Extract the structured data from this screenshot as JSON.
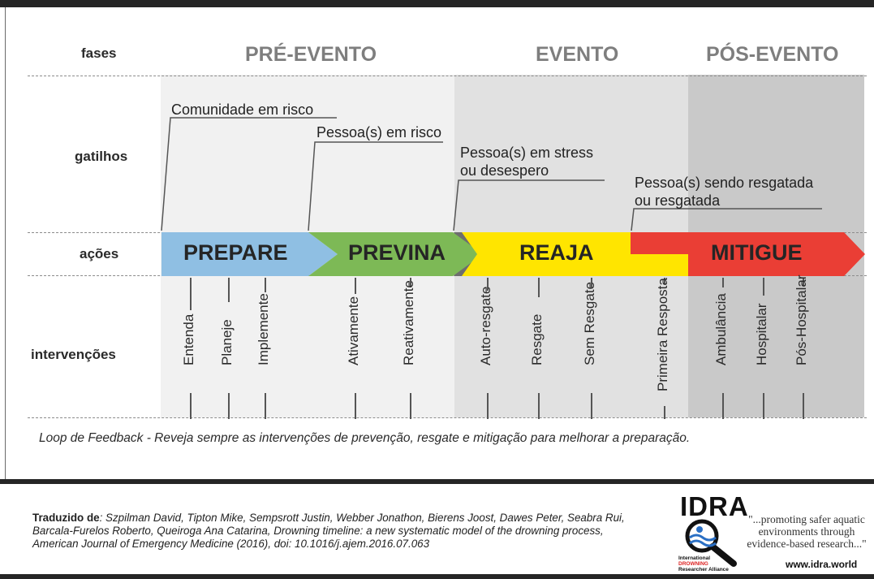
{
  "row_labels": {
    "fases": "fases",
    "gatilhos": "gatilhos",
    "acoes": "ações",
    "intervencoes": "intervenções"
  },
  "phases": {
    "pre": "PRÉ-EVENTO",
    "evento": "EVENTO",
    "pos": "PÓS-EVENTO"
  },
  "triggers": [
    "Comunidade em risco",
    "Pessoa(s) em risco",
    "Pessoa(s) em stress\nou desespero",
    "Pessoa(s) sendo resgatada\nou resgatada"
  ],
  "actions": {
    "prepare": "PREPARE",
    "previna": "PREVINA",
    "reaja": "REAJA",
    "mitigue": "MITIGUE"
  },
  "colors": {
    "prepare": "#8fbfe3",
    "previna": "#7db956",
    "reaja": "#ffe500",
    "mitigue": "#ea3e35",
    "arrow_shadow": "#6e6e6e"
  },
  "interventions": [
    "Entenda",
    "Planeje",
    "Implemente",
    "Ativamente",
    "Reativamente",
    "Auto-resgate",
    "Resgate",
    "Sem Resgate",
    "Primeira Resposta",
    "Ambulância",
    "Hospitalar",
    "Pós-Hospitalar"
  ],
  "feedback": "Loop de Feedback - Reveja sempre as intervenções de prevenção, resgate e mitigação para melhorar a preparação.",
  "credit": {
    "label": "Traduzido de",
    "text": ": Szpilman David, Tipton Mike, Sempsrott Justin, Webber Jonathon, Bierens Joost, Dawes Peter, Seabra Rui, Barcala-Furelos Roberto, Queiroga Ana Catarina, Drowning timeline: a new systematic model of the drowning process, American Journal of Emergency Medicine (2016), doi: 10.1016/j.ajem.2016.07.063"
  },
  "logo": {
    "acronym": "IDRA",
    "org_line1": "International",
    "org_line2": "DROWNING",
    "org_line3": "Researcher Alliance",
    "tagline": "\"...promoting safer aquatic environments through evidence-based research...\"",
    "website": "www.idra.world"
  }
}
